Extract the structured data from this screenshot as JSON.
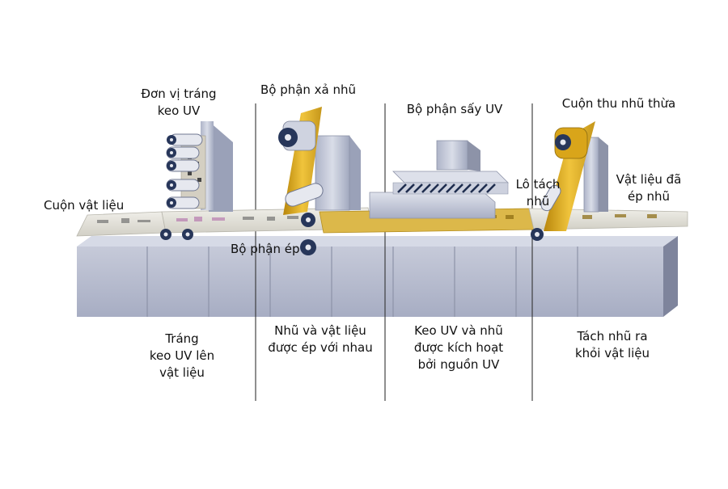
{
  "labels": {
    "coating_unit": "Đơn vị tráng\nkeo UV",
    "foil_unwind": "Bộ phận xả nhũ",
    "uv_dryer": "Bộ phận sấy UV",
    "waste_rewind": "Cuộn thu nhũ thừa",
    "material_roll": "Cuộn vật liệu",
    "separation_roller": "Lô tách\nnhũ",
    "finished_material": "Vật liệu đã\nép nhũ",
    "press_unit": "Bộ phận ép"
  },
  "stages": [
    {
      "text": "Tráng\nkeo UV lên\nvật liệu"
    },
    {
      "text": "Nhũ và vật liệu\nđược ép với nhau"
    },
    {
      "text": "Keo UV và nhũ\nđược kích hoạt\nbởi nguồn UV"
    },
    {
      "text": "Tách nhũ ra\nkhỏi vật liệu"
    }
  ],
  "colors": {
    "belt": "#e4e3dd",
    "foil": "#d9a51a",
    "base_front": "#b4b9cc",
    "base_top": "#d6dae6",
    "base_right": "#7e849c",
    "machine": "#c3c8d8",
    "roller": "#27365a"
  }
}
